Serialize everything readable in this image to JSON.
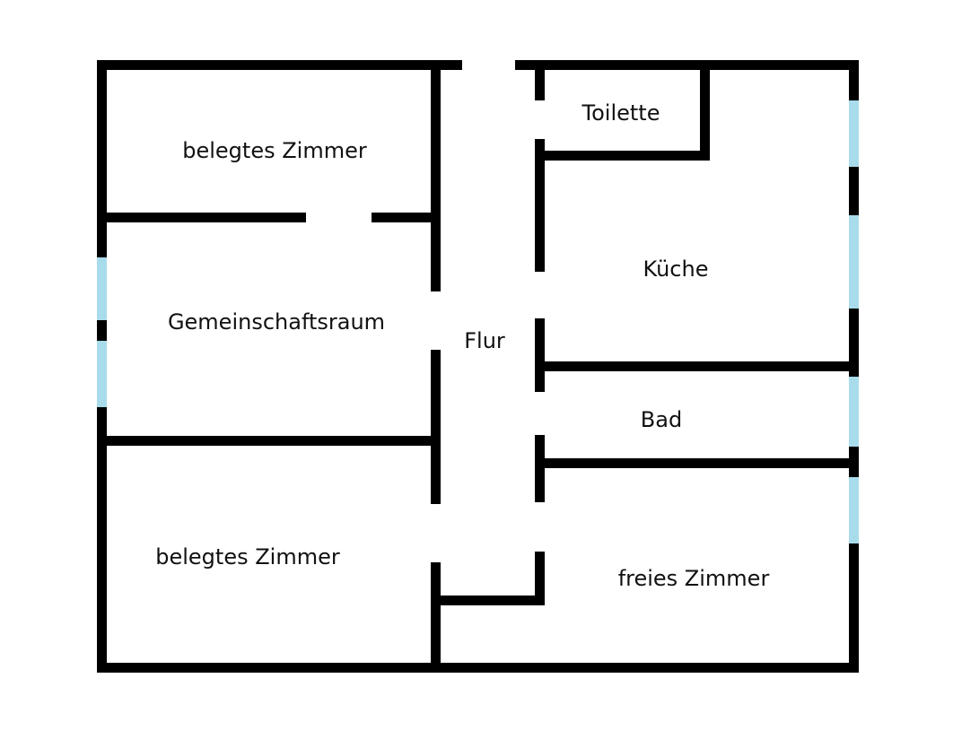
{
  "plan": {
    "wall_color": "#000000",
    "window_color": "#a8dcea",
    "rooms": {
      "occupied_top": "belegtes Zimmer",
      "common_room": "Gemeinschaftsraum",
      "occupied_bottom": "belegtes Zimmer",
      "hallway": "Flur",
      "toilet": "Toilette",
      "kitchen": "Küche",
      "bathroom": "Bad",
      "free_room": "freies Zimmer"
    }
  }
}
